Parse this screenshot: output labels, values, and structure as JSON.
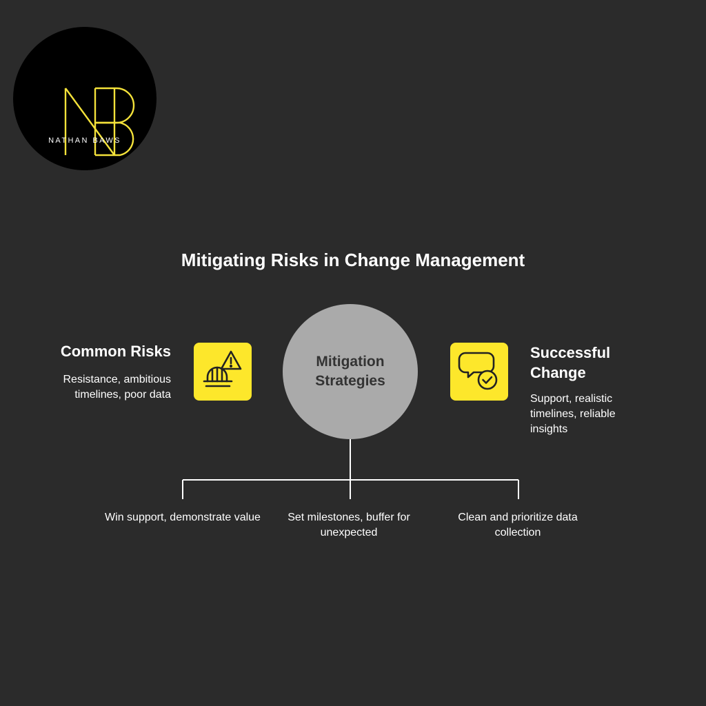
{
  "logo": {
    "monogram": "NB",
    "name": "NATHAN BAWS"
  },
  "title": "Mitigating Risks in Change Management",
  "center": {
    "label": "Mitigation Strategies"
  },
  "left": {
    "heading": "Common Risks",
    "description": "Resistance, ambitious timelines, poor data",
    "icon": "warning-alert-icon"
  },
  "right": {
    "heading": "Successful Change",
    "description": "Support, realistic timelines, reliable insights",
    "icon": "chat-check-icon"
  },
  "strategies": [
    {
      "text": "Win support, demonstrate value"
    },
    {
      "text": "Set milestones, buffer for unexpected"
    },
    {
      "text": "Clean and prioritize data collection"
    }
  ],
  "colors": {
    "background": "#2b2b2b",
    "accent": "#fde72b",
    "circle": "#aaaaaa",
    "text": "#ffffff"
  }
}
